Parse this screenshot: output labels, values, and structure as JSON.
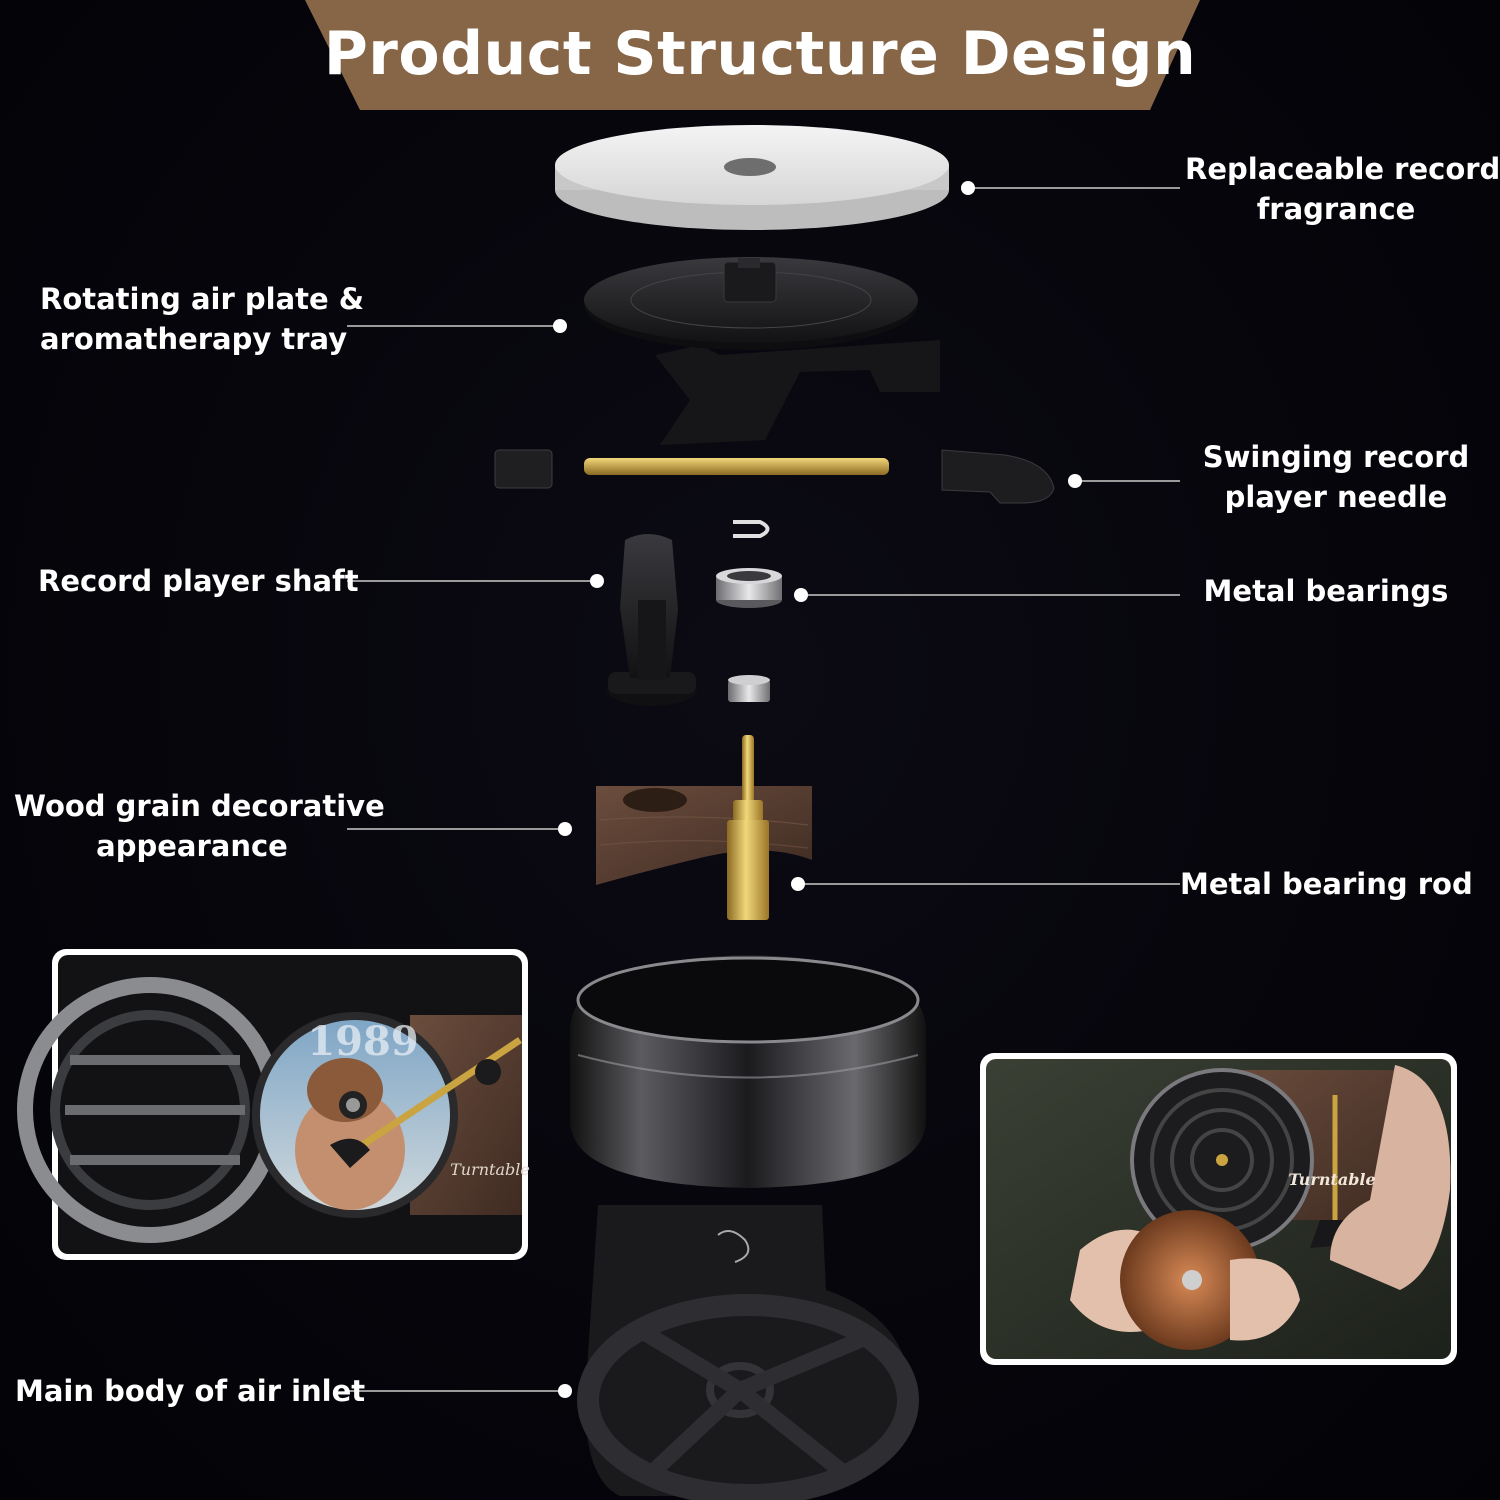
{
  "title": "Product Structure Design",
  "colors": {
    "banner": "#866647",
    "background": "#05040a",
    "label_text": "#ffffff",
    "leader_line": "#9a9a9a",
    "brass": "#c9a440",
    "wood": "#5a4034"
  },
  "labels": {
    "replaceable_record": [
      "Replaceable record",
      "fragrance"
    ],
    "rotating_air_plate": [
      "Rotating air plate &",
      "aromatherapy tray"
    ],
    "swinging_needle": [
      "Swinging record",
      "player needle"
    ],
    "record_player_shaft": "Record player shaft",
    "metal_bearings": "Metal bearings",
    "wood_grain": [
      "Wood grain decorative",
      "appearance"
    ],
    "metal_bearing_rod": "Metal bearing rod",
    "main_body": "Main body of air inlet"
  },
  "photos": {
    "left_album_text": "1989",
    "left_brand": "Turntable",
    "right_brand": "Turntable"
  }
}
